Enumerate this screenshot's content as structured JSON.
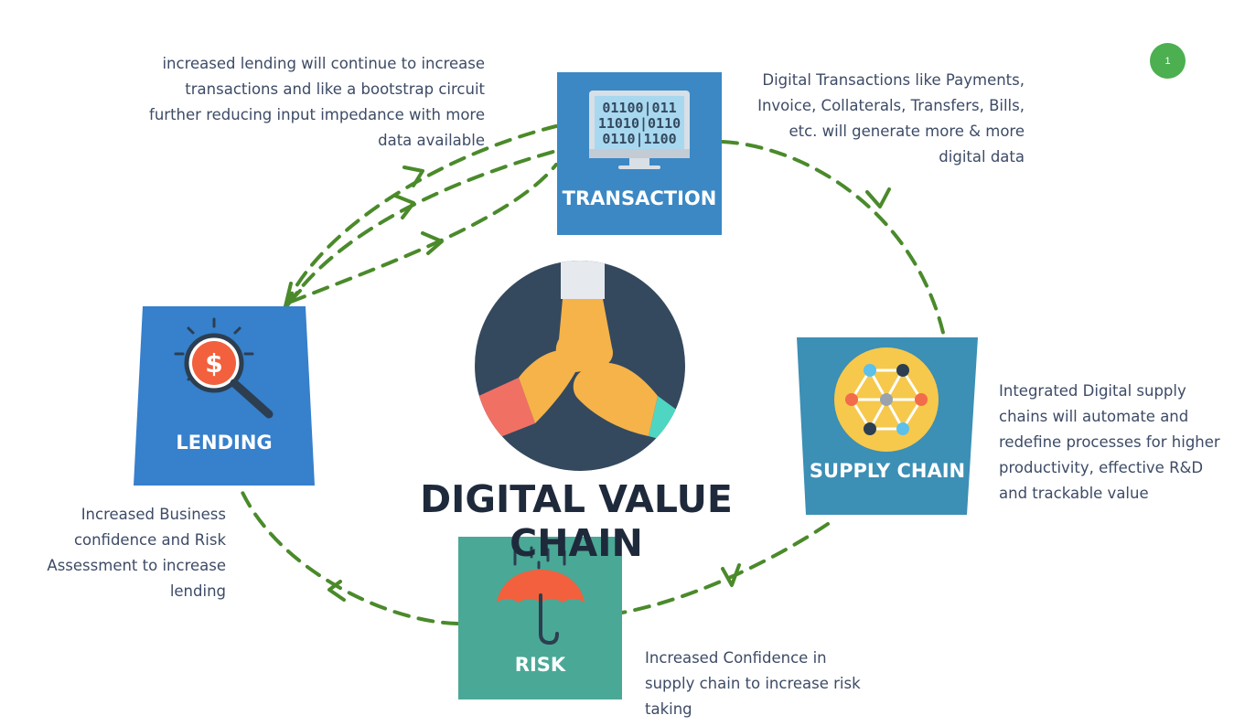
{
  "title": "DIGITAL VALUE CHAIN",
  "page_number": "1",
  "nodes": {
    "transaction": {
      "label": "TRANSACTION",
      "color": "#3b88c5",
      "screen_text": [
        "01100|011",
        "11010|0110",
        "0110|1100"
      ]
    },
    "supply_chain": {
      "label": "SUPPLY CHAIN",
      "color": "#3c8fb5"
    },
    "risk": {
      "label": "RISK",
      "color": "#4aa896"
    },
    "lending": {
      "label": "LENDING",
      "color": "#3680cc"
    }
  },
  "descriptions": {
    "lending_to_transaction": [
      "increased lending will continue to increase",
      "transactions and like a bootstrap circuit",
      "further reducing input impedance with more",
      "data available"
    ],
    "transaction": [
      "Digital Transactions like Payments,",
      "Invoice, Collaterals, Transfers, Bills,",
      "etc. will generate more & more",
      "digital data"
    ],
    "supply_chain": [
      "Integrated Digital supply",
      "chains will automate and",
      "redefine processes for higher",
      "productivity, effective R&D",
      "and trackable value"
    ],
    "risk": [
      "Increased Confidence in",
      "supply chain to increase risk",
      "taking"
    ],
    "lending": [
      "Increased Business",
      "confidence and Risk",
      "Assessment to increase",
      "lending"
    ]
  },
  "colors": {
    "arrow": "#4a8a2a",
    "title_text": "#1e2a3b",
    "description_text": "#3d4b66",
    "center_circle": "#34495e",
    "page_badge": "#4caf50"
  },
  "icons": {
    "transaction": "computer-monitor-binary-icon",
    "supply_chain": "network-nodes-icon",
    "risk": "umbrella-rain-icon",
    "lending": "magnifier-dollar-icon",
    "center": "joined-hands-icon"
  }
}
